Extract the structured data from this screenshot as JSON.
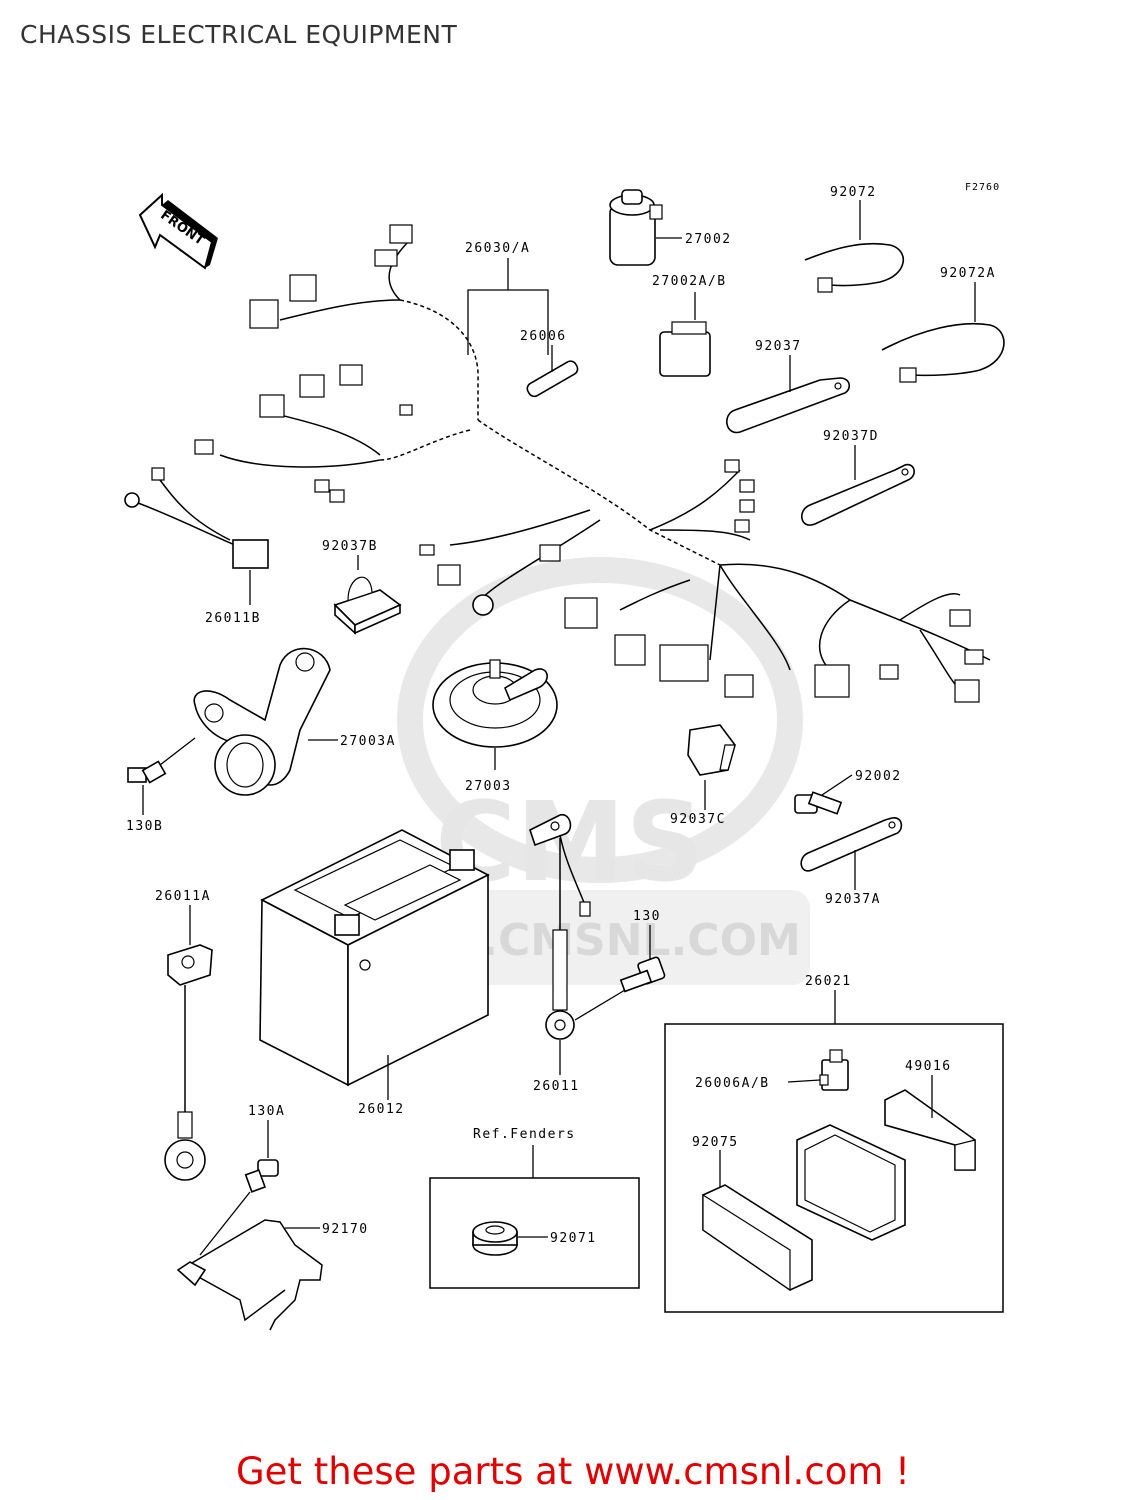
{
  "page": {
    "title": "CHASSIS ELECTRICAL EQUIPMENT",
    "frame_code": "F2760",
    "direction_arrow": "FRONT"
  },
  "watermark": {
    "logo": "CMS",
    "url": "WWW.CMSNL.COM"
  },
  "parts": {
    "p26030": "26030/A",
    "p26006": "26006",
    "p27002": "27002",
    "p27002ab": "27002A/B",
    "p92072": "92072",
    "p92072a": "92072A",
    "p92037": "92037",
    "p92037d": "92037D",
    "p92037b": "92037B",
    "p26011b": "26011B",
    "p27003a": "27003A",
    "p130b": "130B",
    "p27003": "27003",
    "p92037c": "92037C",
    "p92002": "92002",
    "p92037a": "92037A",
    "p26011a": "26011A",
    "p26012": "26012",
    "p130": "130",
    "p26011": "26011",
    "p26021": "26021",
    "p26006ab": "26006A/B",
    "p49016": "49016",
    "p92075": "92075",
    "p130a": "130A",
    "p92170": "92170",
    "p92071": "92071"
  },
  "ref_box": {
    "title": "Ref.Fenders"
  },
  "promo": {
    "text": "Get these parts at www.cmsnl.com !"
  }
}
